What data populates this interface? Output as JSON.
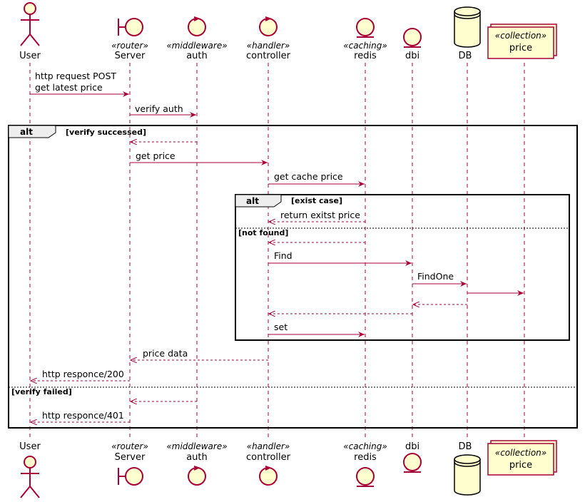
{
  "participants": {
    "user": {
      "name": "User"
    },
    "server": {
      "name": "Server",
      "stereotype": "«router»"
    },
    "auth": {
      "name": "auth",
      "stereotype": "«middleware»"
    },
    "controller": {
      "name": "controller",
      "stereotype": "«handler»"
    },
    "redis": {
      "name": "redis",
      "stereotype": "«caching»"
    },
    "dbi": {
      "name": "dbi"
    },
    "db": {
      "name": "DB"
    },
    "price": {
      "name": "price",
      "stereotype": "«collection»"
    }
  },
  "messages": {
    "m1_line1": "http request POST",
    "m1_line2": "get latest price",
    "m2": "verify auth",
    "m4": "get price",
    "m5": "get cache price",
    "m6": "return exitst price",
    "m8": "Find",
    "m9": "FindOne",
    "m13": "set",
    "m14": "price data",
    "m15": "http responce/200",
    "m17": "http responce/401"
  },
  "fragments": {
    "outer": {
      "keyword": "alt",
      "condition": "[verify successed]",
      "else_condition": "[verify failed]"
    },
    "inner": {
      "keyword": "alt",
      "condition": "[exist case]",
      "else_condition": "[not found]"
    }
  },
  "colors": {
    "arrow": "#A80036",
    "participant_fill": "#FEFECE",
    "participant_border": "#A80036",
    "fragment_border": "#000000"
  }
}
